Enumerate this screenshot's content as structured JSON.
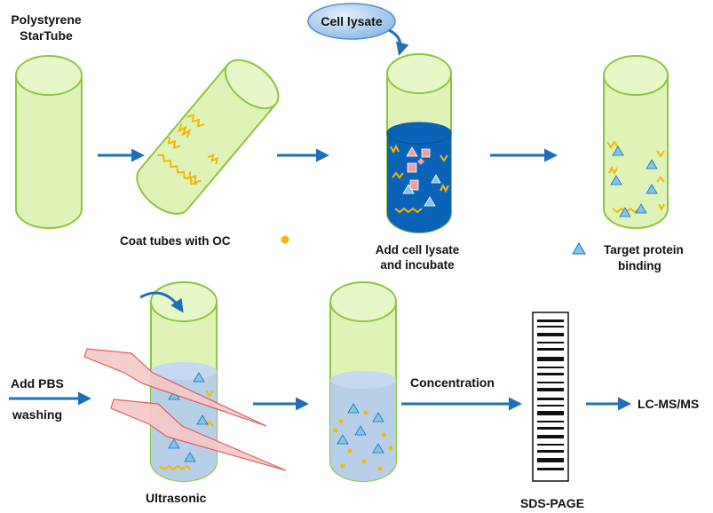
{
  "labels": {
    "start_line1": "Polystyrene",
    "start_line2": "StarTube",
    "cell_lysate": "Cell lysate",
    "coat": "Coat tubes with OC",
    "add_lysate_line1": "Add cell lysate",
    "add_lysate_line2": "and incubate",
    "target_line1": "Target protein",
    "target_line2": "binding",
    "pbs_line1": "Add PBS",
    "pbs_line2": "washing",
    "ultrasonic": "Ultrasonic",
    "concentration": "Concentration",
    "sds_page": "SDS-PAGE",
    "lcms": "LC-MS/MS"
  },
  "colors": {
    "tube_fill": "#dff3b8",
    "tube_stroke": "#8cc63f",
    "arrow": "#1f6fb7",
    "oc_chain": "#f5b800",
    "lysate_dark": "#0b63b8",
    "wash_liquid": "#b8cfe8",
    "lightning": "#f8c8c8",
    "lightning_stroke": "#d9534f",
    "triangle": "#7fc6ea",
    "impurity": "#f4a0a0",
    "bubble": "#9fc7ee"
  },
  "icons": {
    "triangle_legend": "triangle-icon",
    "oc_legend": "oc-dot-icon"
  }
}
